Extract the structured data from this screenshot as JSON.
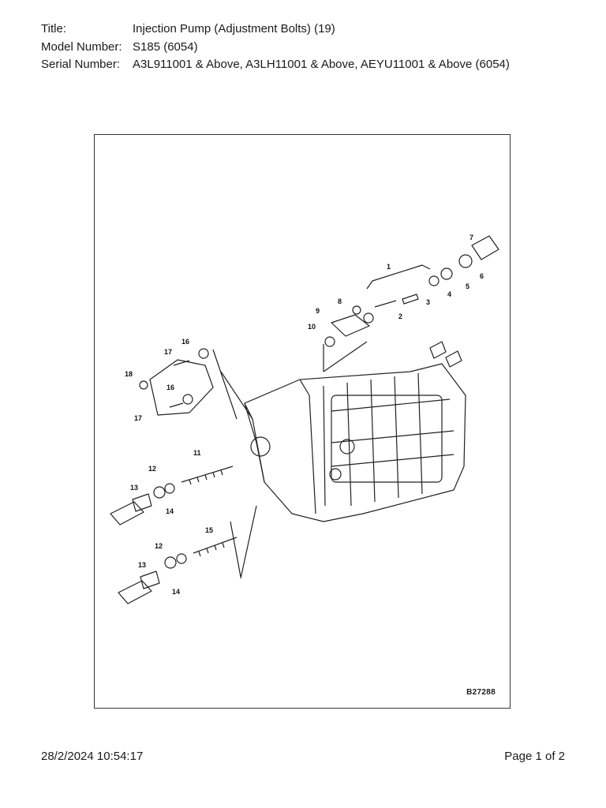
{
  "header": {
    "title_label": "Title:",
    "title_value": "Injection Pump (Adjustment Bolts) (19)",
    "model_label": "Model Number:",
    "model_value": "S185 (6054)",
    "serial_label": "Serial Number:",
    "serial_value": "A3L911001 & Above, A3LH11001 & Above, AEYU11001 & Above (6054)"
  },
  "figure": {
    "drawing_id": "B27288",
    "callouts": [
      "1",
      "2",
      "3",
      "4",
      "5",
      "6",
      "7",
      "8",
      "9",
      "10",
      "11",
      "12",
      "13",
      "14",
      "15",
      "16",
      "17",
      "18"
    ]
  },
  "footer": {
    "timestamp": "28/2/2024 10:54:17",
    "page": "Page 1 of 2"
  }
}
